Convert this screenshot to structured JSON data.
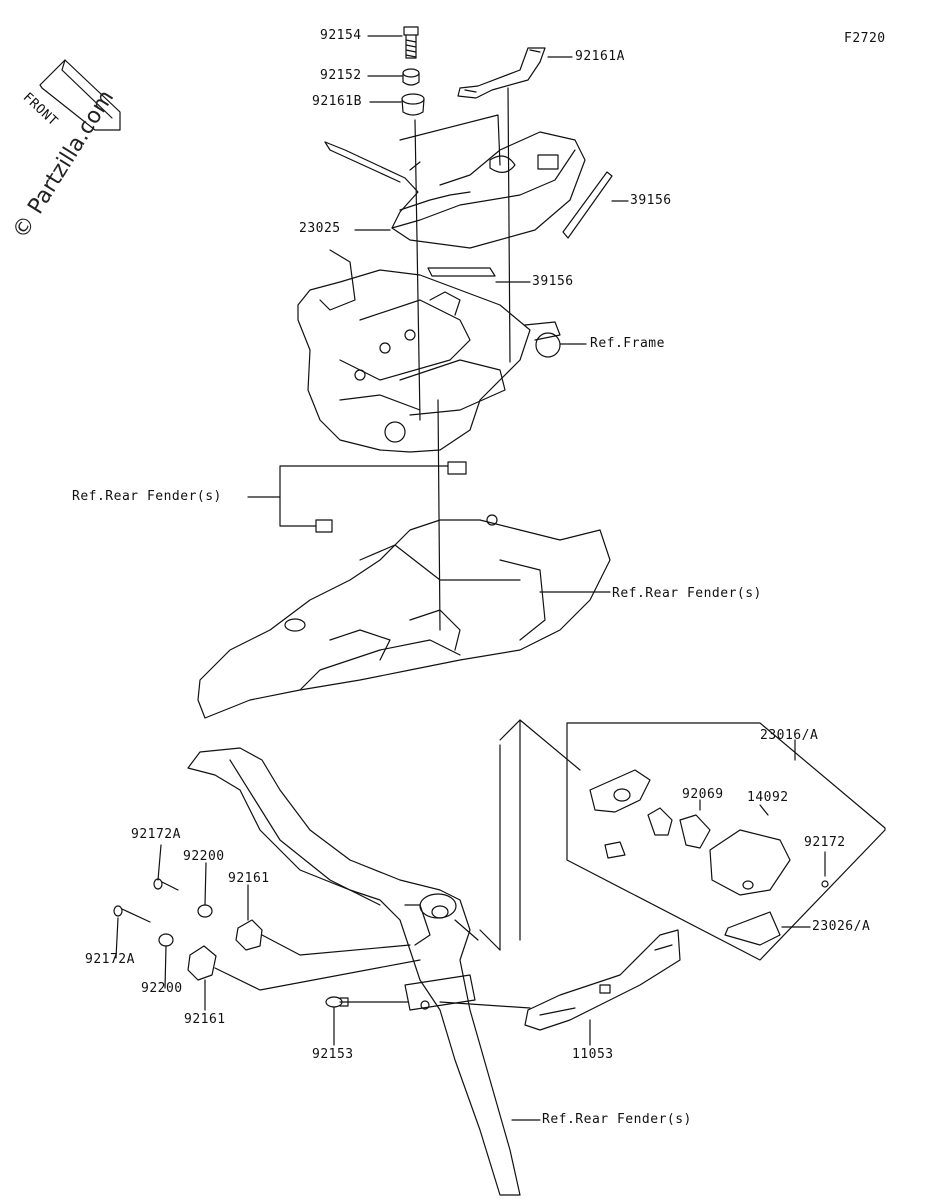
{
  "figure_code": "F2720",
  "watermark": "© Partzilla.com",
  "front_label": "FRONT",
  "parts": {
    "p92154": "92154",
    "p92152": "92152",
    "p92161B": "92161B",
    "p92161A": "92161A",
    "p39156a": "39156",
    "p23025": "23025",
    "p39156b": "39156",
    "ref_frame": "Ref.Frame",
    "ref_rear_fender_1": "Ref.Rear Fender(s)",
    "ref_rear_fender_2": "Ref.Rear Fender(s)",
    "p23016A": "23016/A",
    "p92069": "92069",
    "p14092": "14092",
    "p92172": "92172",
    "p23026A": "23026/A",
    "p92172A_1": "92172A",
    "p92200_1": "92200",
    "p92161_1": "92161",
    "p92172A_2": "92172A",
    "p92200_2": "92200",
    "p92161_2": "92161",
    "p92153": "92153",
    "p11053": "11053",
    "ref_rear_fender_3": "Ref.Rear Fender(s)"
  }
}
